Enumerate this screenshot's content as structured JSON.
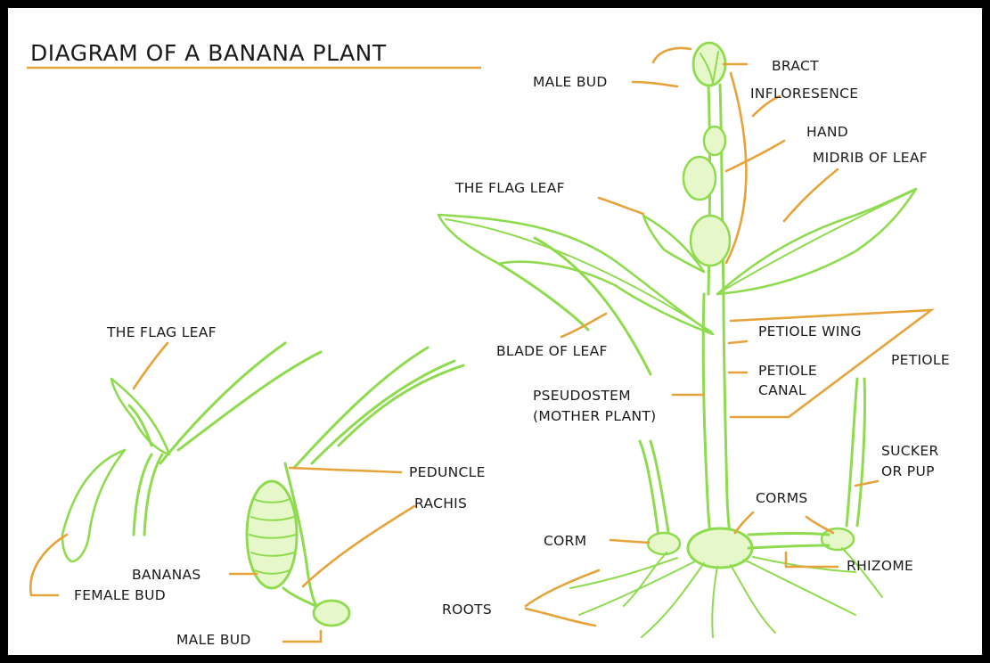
{
  "title": "DIAGRAM OF A BANANA PLANT",
  "colors": {
    "plant_stroke": "#8fdb4f",
    "plant_fill": "#e6f8c9",
    "leader_line": "#e7a33b",
    "text": "#1a1a1a",
    "border": "#000000"
  },
  "labels": {
    "male_bud_top": "MALE BUD",
    "bract": "BRACT",
    "infloresence": "INFLORESENCE",
    "hand": "HAND",
    "midrib_of_leaf": "MIDRIB OF LEAF",
    "the_flag_leaf_main": "THE FLAG LEAF",
    "petiole_wing": "PETIOLE WING",
    "petiole": "PETIOLE",
    "blade_of_leaf": "BLADE OF LEAF",
    "petiole_canal_1": "PETIOLE",
    "petiole_canal_2": "CANAL",
    "pseudostem_1": "PSEUDOSTEM",
    "pseudostem_2": "(MOTHER PLANT)",
    "sucker_1": "SUCKER",
    "sucker_2": "OR  PUP",
    "corms": "CORMS",
    "corm": "CORM",
    "rhizome": "RHIZOME",
    "roots": "ROOTS",
    "the_flag_leaf_left": "THE FLAG LEAF",
    "peduncle": "PEDUNCLE",
    "rachis": "RACHIS",
    "bananas": "BANANAS",
    "female_bud": "FEMALE BUD",
    "male_bud_bottom": "MALE BUD"
  }
}
